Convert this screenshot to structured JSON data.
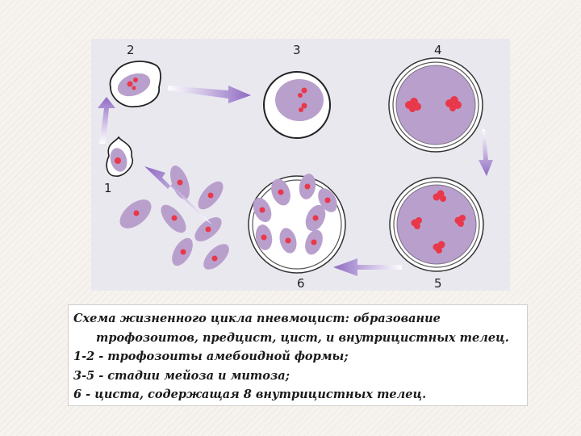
{
  "figure": {
    "stage_labels": [
      "1",
      "2",
      "3",
      "4",
      "5",
      "6"
    ]
  },
  "caption": {
    "line1": "Схема жизненного цикла пневмоцист: образование",
    "line2": "трофозоитов, предцист, цист, и внутрицистных телец.",
    "line3": "1-2 - трофозоиты амебоидной формы;",
    "line4": "3-5 - стадии мейоза и митоза;",
    "line5": "6 - циста, содержащая 8 внутрицистных телец."
  },
  "colors": {
    "slide_background": "#f6f2ee",
    "panel_background": "#e9e8ef",
    "cell_fill": "#b9a0cc",
    "nucleus_red": "#e8384a",
    "arrow_purple": "#8e69c2"
  }
}
